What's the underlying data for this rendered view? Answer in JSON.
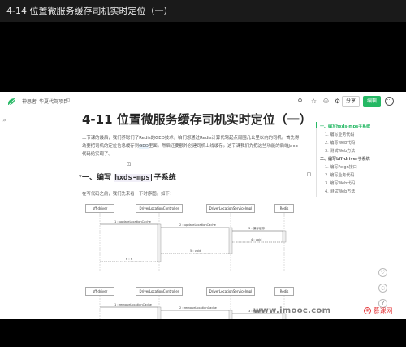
{
  "video": {
    "title": "4-14 位置微服务缓存司机实时定位（一）"
  },
  "toolbar": {
    "book_name": "神思者",
    "doc_name": "华夏代驾项目",
    "share_label": "分享",
    "edit_label": "编辑",
    "accent": "#25b864"
  },
  "doc": {
    "title": "4-11 位置微服务缓存司机实时定位（一）",
    "para_before": "上节课的最后，我们养聪们了Redis的GEO技术，咱们想通过Redis计算代驾起点周围几公里以内的司机。首先得",
    "para_mid_a": "",
    "para_line2a": "幼要把司机的定位信息缓存到",
    "para_line2_hl": "GEO",
    "para_line2b": "里面。然后还要额外创建司机上线缓存。这节课我们先把这些功能的后端Java",
    "para_line3": "代码给实现了。",
    "h2_prefix": "一、编写",
    "h2_code": "hxds-mps",
    "h2_suffix": "子系统",
    "intro": "在写代码之前，我们先来看一下时序图。如下："
  },
  "outline": {
    "items": [
      {
        "label": "一、编写hxds-mps子系统",
        "active": true,
        "top": true
      },
      {
        "label": "1. 编写业务代码",
        "active": false,
        "top": false
      },
      {
        "label": "2. 编写Web代码",
        "active": false,
        "top": false
      },
      {
        "label": "3. 测试Web方法",
        "active": false,
        "top": false
      },
      {
        "label": "二、编写bff-driver子系统",
        "active": false,
        "top": true
      },
      {
        "label": "1. 编写Feign接口",
        "active": false,
        "top": false
      },
      {
        "label": "2. 编写业务代码",
        "active": false,
        "top": false
      },
      {
        "label": "3. 编写Web代码",
        "active": false,
        "top": false
      },
      {
        "label": "4. 测试Web方法",
        "active": false,
        "top": false
      }
    ]
  },
  "diagram1": {
    "participants": [
      "bff-driver",
      "DriverLocationController",
      "DriverLocationServiceImpl",
      "Redis"
    ],
    "messages": [
      "1 : updateLocationCache",
      "2 : updateLocationCache",
      "3 : 保存缓存",
      "4 : void",
      "5 : void",
      "6 : R"
    ]
  },
  "diagram2": {
    "participants": [
      "bff-driver",
      "DriverLocationController",
      "DriverLocationServiceImpl",
      "Redis"
    ],
    "messages": [
      "1 : removeLocationCache",
      "2 : removeLocationCache",
      "3 : 删除缓存"
    ]
  },
  "watermark": "www.imooc.com",
  "brand": "慕课网"
}
